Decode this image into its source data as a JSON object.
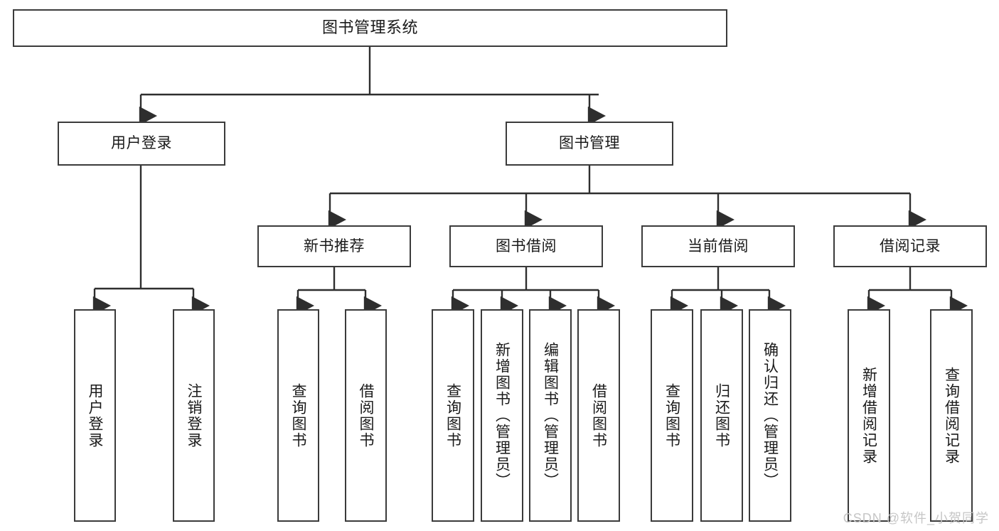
{
  "diagram": {
    "type": "tree",
    "title": "图书管理系统",
    "watermark": "CSDN @软件_小贺同学",
    "colors": {
      "box_border": "#3b3b3b",
      "box_fill": "#ffffff",
      "connector": "#2e2e2e",
      "text": "#1a1a1a",
      "watermark": "#c6c6c6"
    },
    "nodes": {
      "root": {
        "label": "图书管理系统"
      },
      "level1": [
        {
          "label": "用户登录"
        },
        {
          "label": "图书管理"
        }
      ],
      "level2": [
        {
          "label": "新书推荐"
        },
        {
          "label": "图书借阅"
        },
        {
          "label": "当前借阅"
        },
        {
          "label": "借阅记录"
        }
      ],
      "leaves_user_login": [
        {
          "label": "用户登录"
        },
        {
          "label": "注销登录"
        }
      ],
      "leaves_new_book": [
        {
          "label": "查询图书"
        },
        {
          "label": "借阅图书"
        }
      ],
      "leaves_borrow": [
        {
          "label": "查询图书"
        },
        {
          "label": "新增图书（管理员）"
        },
        {
          "label": "编辑图书（管理员）"
        },
        {
          "label": "借阅图书"
        }
      ],
      "leaves_current": [
        {
          "label": "查询图书"
        },
        {
          "label": "归还图书"
        },
        {
          "label": "确认归还（管理员）"
        }
      ],
      "leaves_records": [
        {
          "label": "新增借阅记录"
        },
        {
          "label": "查询借阅记录"
        }
      ]
    }
  }
}
